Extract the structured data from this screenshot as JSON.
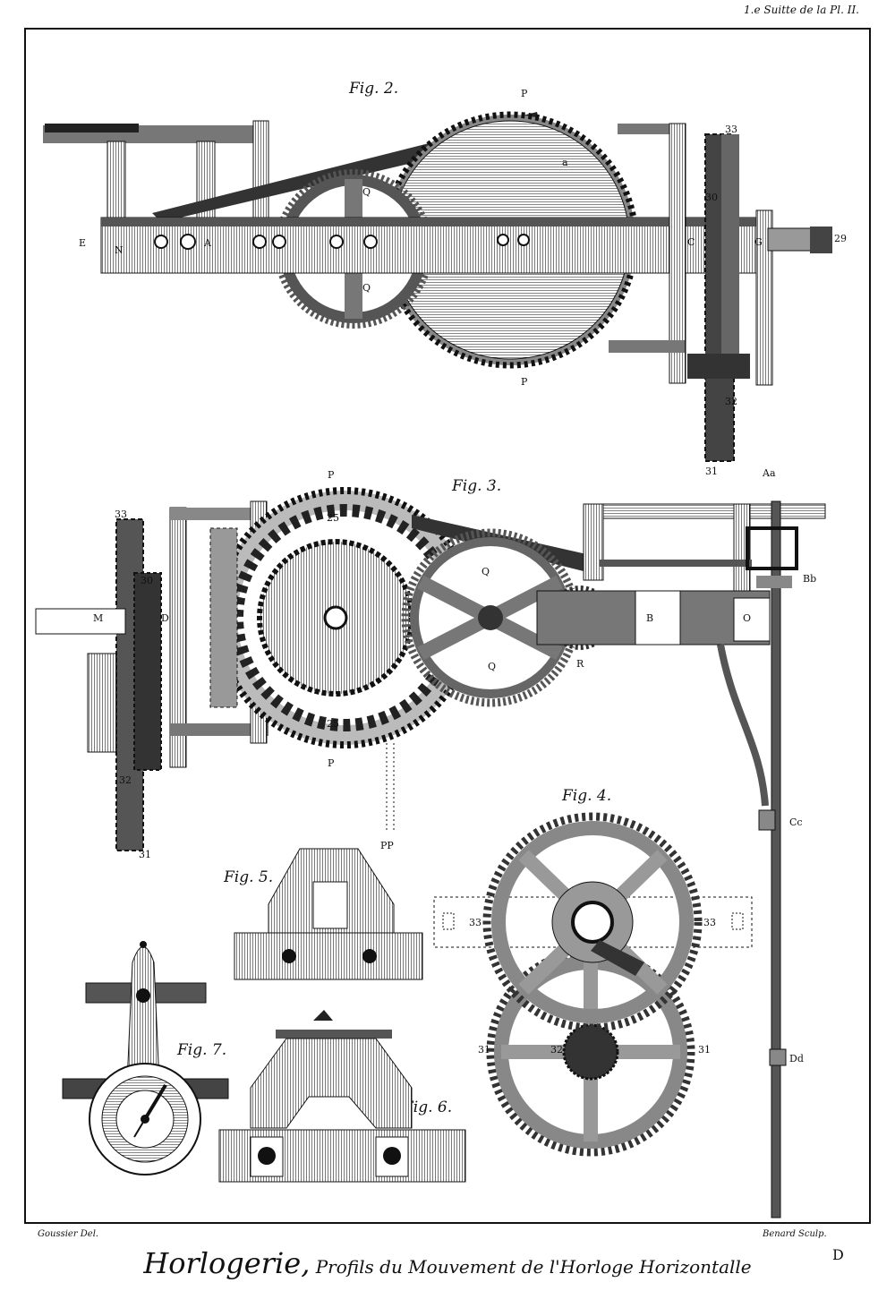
{
  "header": {
    "plate_ref": "1.e Suitte de la Pl. II."
  },
  "figures": {
    "fig2": {
      "title": "Fig. 2.",
      "labels": [
        "P",
        "P",
        "Q",
        "Q",
        "a",
        "E",
        "N",
        "A",
        "C",
        "G",
        "29",
        "30",
        "33",
        "32",
        "31"
      ]
    },
    "fig3": {
      "title": "Fig. 3.",
      "labels": [
        "P",
        "P",
        "PP",
        "Q",
        "Q",
        "R",
        "B",
        "O",
        "M",
        "D",
        "33",
        "30",
        "32",
        "31",
        "25",
        "25",
        "Aa",
        "Bb",
        "Cc",
        "Dd"
      ]
    },
    "fig4": {
      "title": "Fig. 4.",
      "labels": [
        "33",
        "33",
        "31",
        "31",
        "32"
      ]
    },
    "fig5": {
      "title": "Fig. 5."
    },
    "fig6": {
      "title": "Fig. 6."
    },
    "fig7": {
      "title": "Fig. 7."
    }
  },
  "footer": {
    "draughtsman": "Goussier Del.",
    "engraver": "Benard Sculp.",
    "title_main": "Horlogerie,",
    "title_sub": "Profils du Mouvement de l'Horloge Horizontalle",
    "plate_letter": "D"
  },
  "colors": {
    "ink": "#111111",
    "mid_tone": "#777777",
    "light_tone": "#bbbbbb",
    "paper": "#ffffff"
  }
}
